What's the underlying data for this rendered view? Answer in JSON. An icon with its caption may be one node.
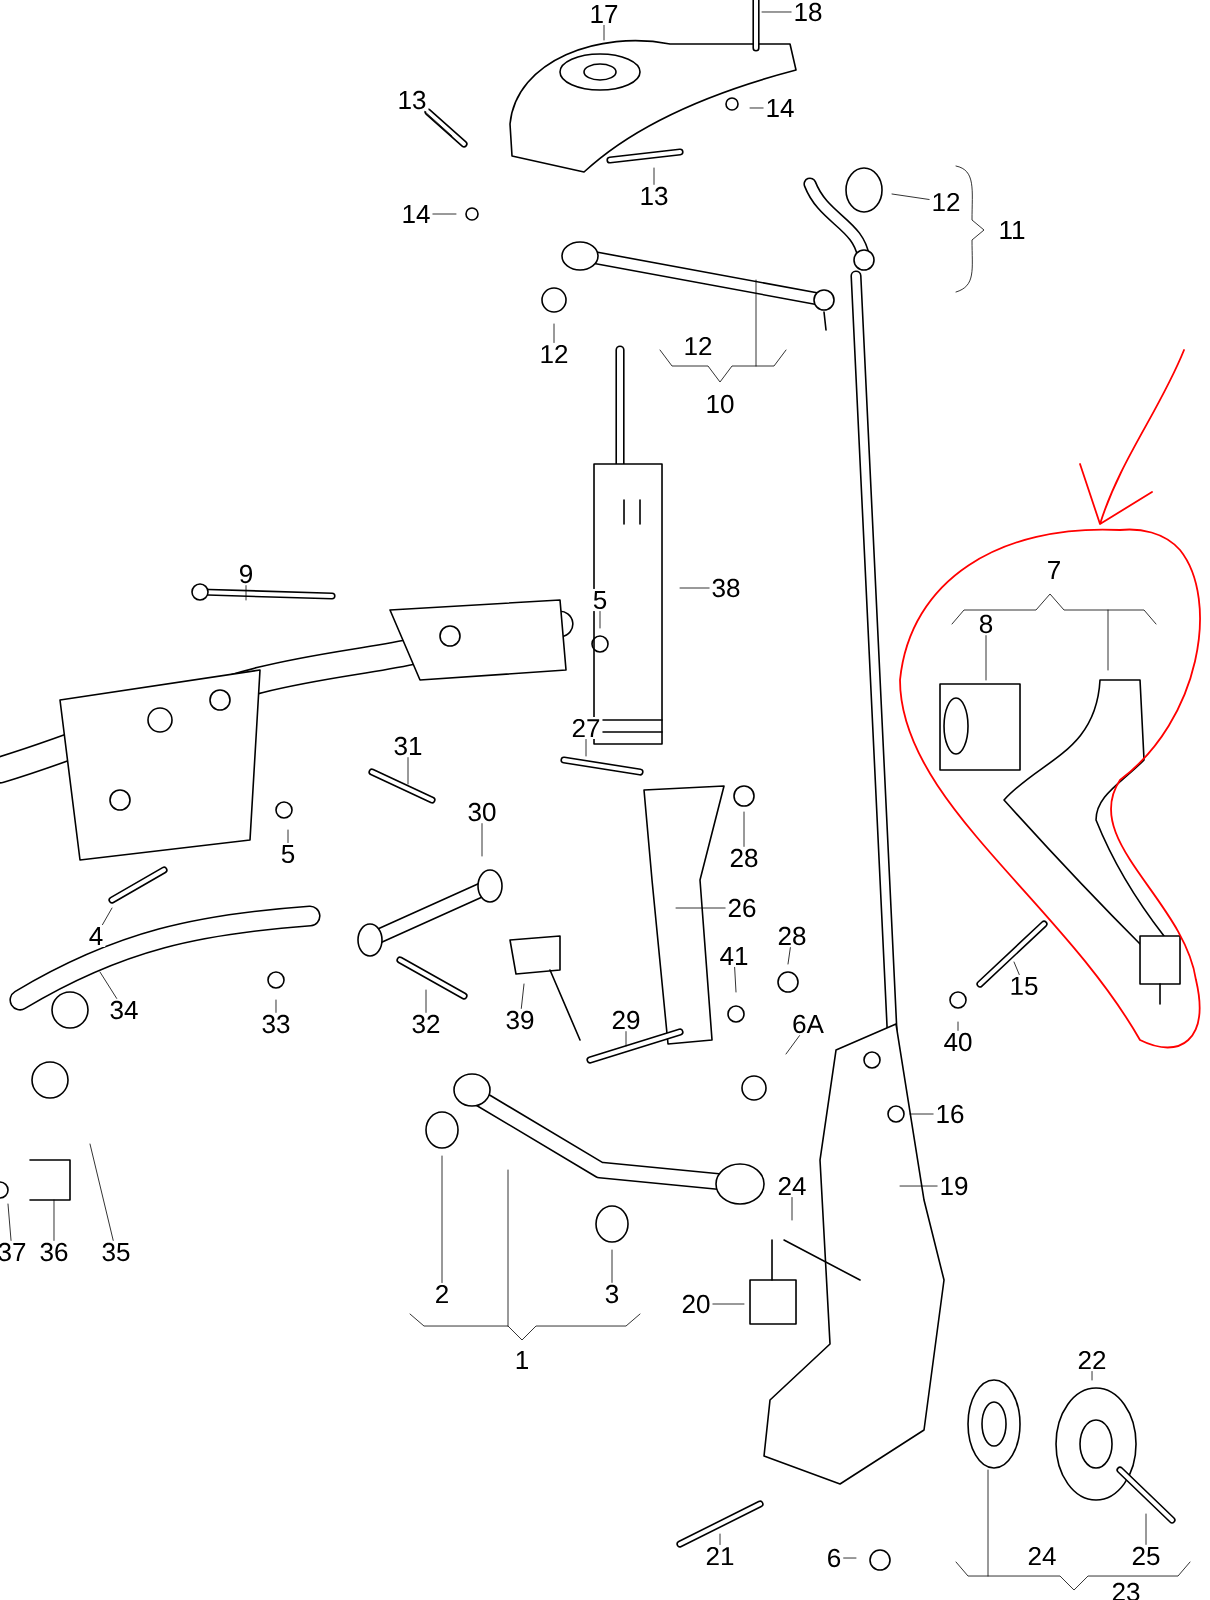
{
  "diagram": {
    "nodes": [
      {
        "text": [
          "17"
        ]
      },
      {
        "text": [
          "18"
        ]
      },
      {
        "text": [
          "13"
        ]
      },
      {
        "text": [
          "14"
        ]
      },
      {
        "text": [
          "13"
        ]
      },
      {
        "text": [
          "12"
        ]
      },
      {
        "text": [
          "14"
        ]
      },
      {
        "text": [
          "12"
        ]
      },
      {
        "text": [
          "9"
        ]
      },
      {
        "text": [
          "38"
        ]
      },
      {
        "text": [
          "5"
        ]
      },
      {
        "text": [
          "8"
        ]
      },
      {
        "text": [
          "27"
        ]
      },
      {
        "text": [
          "31"
        ]
      },
      {
        "text": [
          "30"
        ]
      },
      {
        "text": [
          "5"
        ]
      },
      {
        "text": [
          "28"
        ]
      },
      {
        "text": [
          "26"
        ]
      },
      {
        "text": [
          "4"
        ]
      },
      {
        "text": [
          "28"
        ]
      },
      {
        "text": [
          "41"
        ]
      },
      {
        "text": [
          "15"
        ]
      },
      {
        "text": [
          "34"
        ]
      },
      {
        "text": [
          "39"
        ]
      },
      {
        "text": [
          "29"
        ]
      },
      {
        "text": [
          "33"
        ]
      },
      {
        "text": [
          "32"
        ]
      },
      {
        "text": [
          "6A"
        ]
      },
      {
        "text": [
          "40"
        ]
      },
      {
        "text": [
          "16"
        ]
      },
      {
        "text": [
          "19"
        ]
      },
      {
        "text": [
          "24"
        ]
      },
      {
        "text": [
          "37"
        ]
      },
      {
        "text": [
          "36"
        ]
      },
      {
        "text": [
          "35"
        ]
      },
      {
        "text": [
          "2"
        ]
      },
      {
        "text": [
          "3"
        ]
      },
      {
        "text": [
          "20"
        ]
      },
      {
        "text": [
          "22"
        ]
      },
      {
        "text": [
          "21"
        ]
      },
      {
        "text": [
          "6"
        ]
      },
      {
        "text": [
          "25"
        ]
      }
    ],
    "edges": [
      {
        "from": 0,
        "to": null,
        "arrow": "none"
      },
      {
        "from": 1,
        "to": null,
        "arrow": "none"
      },
      {
        "from": 2,
        "to": null,
        "arrow": "none"
      },
      {
        "from": 3,
        "to": null,
        "arrow": "none"
      },
      {
        "from": 4,
        "to": null,
        "arrow": "none"
      },
      {
        "from": 5,
        "to": null,
        "arrow": "none"
      },
      {
        "from": 6,
        "to": null,
        "arrow": "none"
      },
      {
        "from": 7,
        "to": null,
        "arrow": "none"
      },
      {
        "from": 8,
        "to": null,
        "arrow": "none"
      },
      {
        "from": 9,
        "to": null,
        "arrow": "none"
      },
      {
        "from": 10,
        "to": null,
        "arrow": "none"
      },
      {
        "from": 11,
        "to": null,
        "arrow": "none"
      },
      {
        "from": 12,
        "to": null,
        "arrow": "none"
      },
      {
        "from": 13,
        "to": null,
        "arrow": "none"
      },
      {
        "from": 14,
        "to": null,
        "arrow": "none"
      },
      {
        "from": 15,
        "to": null,
        "arrow": "none"
      },
      {
        "from": 16,
        "to": null,
        "arrow": "none"
      },
      {
        "from": 17,
        "to": null,
        "arrow": "none"
      },
      {
        "from": 18,
        "to": null,
        "arrow": "none"
      },
      {
        "from": 19,
        "to": null,
        "arrow": "none"
      },
      {
        "from": 20,
        "to": null,
        "arrow": "none"
      },
      {
        "from": 21,
        "to": null,
        "arrow": "none"
      },
      {
        "from": 22,
        "to": null,
        "arrow": "none"
      },
      {
        "from": 23,
        "to": null,
        "arrow": "none"
      },
      {
        "from": 24,
        "to": null,
        "arrow": "none"
      },
      {
        "from": 25,
        "to": null,
        "arrow": "none"
      },
      {
        "from": 26,
        "to": null,
        "arrow": "none"
      },
      {
        "from": 27,
        "to": null,
        "arrow": "none"
      },
      {
        "from": 28,
        "to": null,
        "arrow": "none"
      },
      {
        "from": 29,
        "to": null,
        "arrow": "none"
      },
      {
        "from": 30,
        "to": null,
        "arrow": "none"
      },
      {
        "from": 31,
        "to": null,
        "arrow": "none"
      },
      {
        "from": 32,
        "to": null,
        "arrow": "none"
      },
      {
        "from": 33,
        "to": null,
        "arrow": "none"
      },
      {
        "from": 34,
        "to": null,
        "arrow": "none"
      },
      {
        "from": 35,
        "to": null,
        "arrow": "none"
      },
      {
        "from": 36,
        "to": null,
        "arrow": "none"
      },
      {
        "from": 37,
        "to": null,
        "arrow": "none"
      },
      {
        "from": 38,
        "to": null,
        "arrow": "none"
      },
      {
        "from": 39,
        "to": null,
        "arrow": "none"
      },
      {
        "from": 40,
        "to": null,
        "arrow": "none"
      },
      {
        "from": 41,
        "to": null,
        "arrow": "none"
      }
    ],
    "labels": [
      "11",
      "12",
      "10",
      "7",
      "1",
      "24",
      "23"
    ]
  }
}
